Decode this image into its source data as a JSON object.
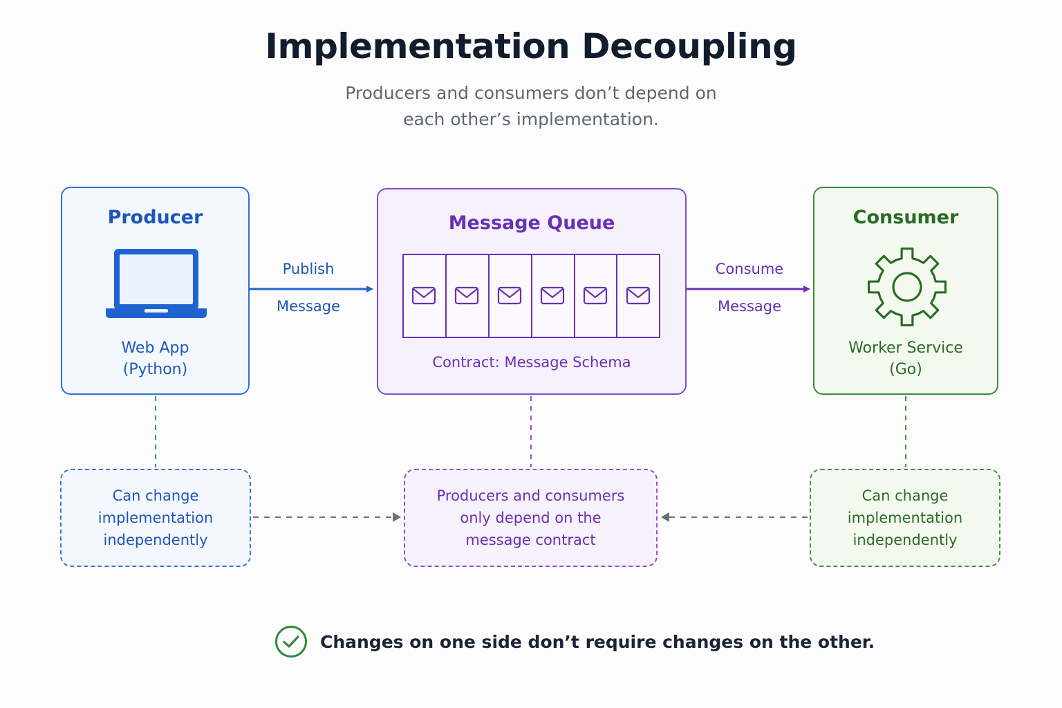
{
  "header": {
    "title": "Implementation Decoupling",
    "subtitle": "Producers and consumers don’t depend on each other’s implementation."
  },
  "producer": {
    "title": "Producer",
    "name": "Web App",
    "tech": "(Python)",
    "icon": "laptop-icon",
    "color": "#2f6fd6"
  },
  "queue": {
    "title": "Message Queue",
    "contract": "Contract: Message Schema",
    "slot_count": 6,
    "icon": "envelope-icon",
    "color": "#7c4fc8"
  },
  "consumer": {
    "title": "Consumer",
    "name": "Worker Service",
    "tech": "(Go)",
    "icon": "gear-icon",
    "color": "#3f8a3a"
  },
  "arrows": {
    "publish_top": "Publish",
    "publish_bottom": "Message",
    "consume_top": "Consume",
    "consume_bottom": "Message"
  },
  "notes": {
    "left": "Can change implementation independently",
    "middle": "Producers and consumers only depend on the message contract",
    "right": "Can change implementation independently"
  },
  "footer": {
    "text": "Changes on one side don’t require changes on the other.",
    "icon": "check-circle-icon",
    "color": "#2f8a3a"
  }
}
